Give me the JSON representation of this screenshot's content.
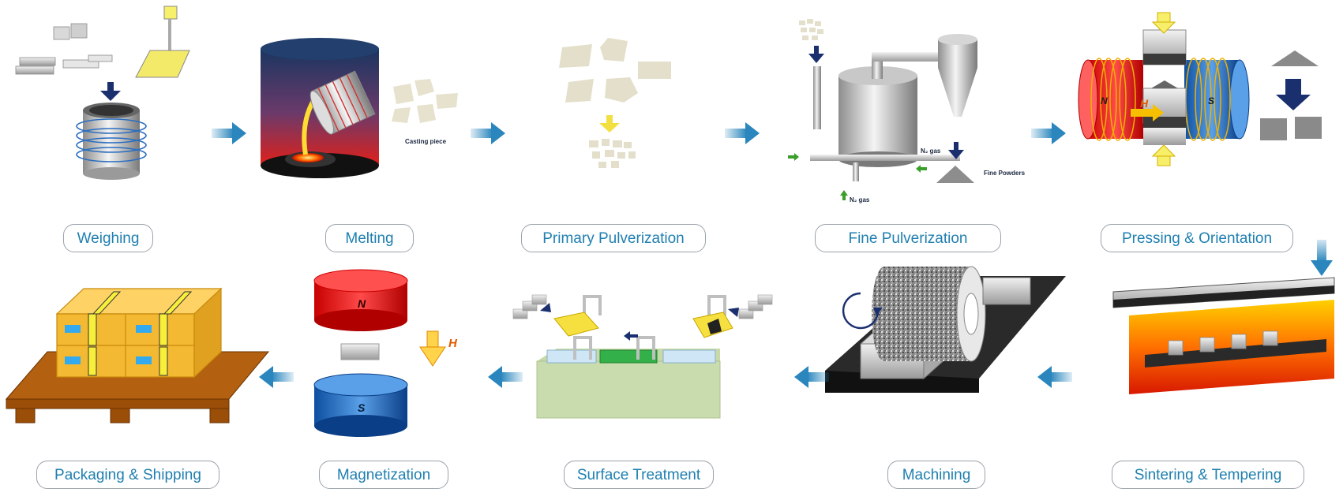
{
  "steps": {
    "weighing": "Weighing",
    "melting": "Melting",
    "primary": "Primary Pulverization",
    "fine": "Fine Pulverization",
    "pressing": "Pressing & Orientation",
    "sintering": "Sintering & Tempering",
    "machining": "Machining",
    "surface": "Surface Treatment",
    "magnetization": "Magnetization",
    "packaging": "Packaging & Shipping"
  },
  "annotations": {
    "casting": "Casting piece",
    "n2_a": "N₂ gas",
    "n2_b": "N₂ gas",
    "fine_powders": "Fine Powders",
    "pole_n": "N",
    "pole_s": "S",
    "field_h": "H",
    "mag_n": "N",
    "mag_s": "S",
    "mag_h": "H"
  },
  "colors": {
    "accent_text": "#1f7fb0",
    "flow_arrow": "#2a86bd",
    "dark_arrow": "#1a2f6e",
    "gas_arrow": "#3aa02a",
    "field_arrow": "#f0a000"
  }
}
